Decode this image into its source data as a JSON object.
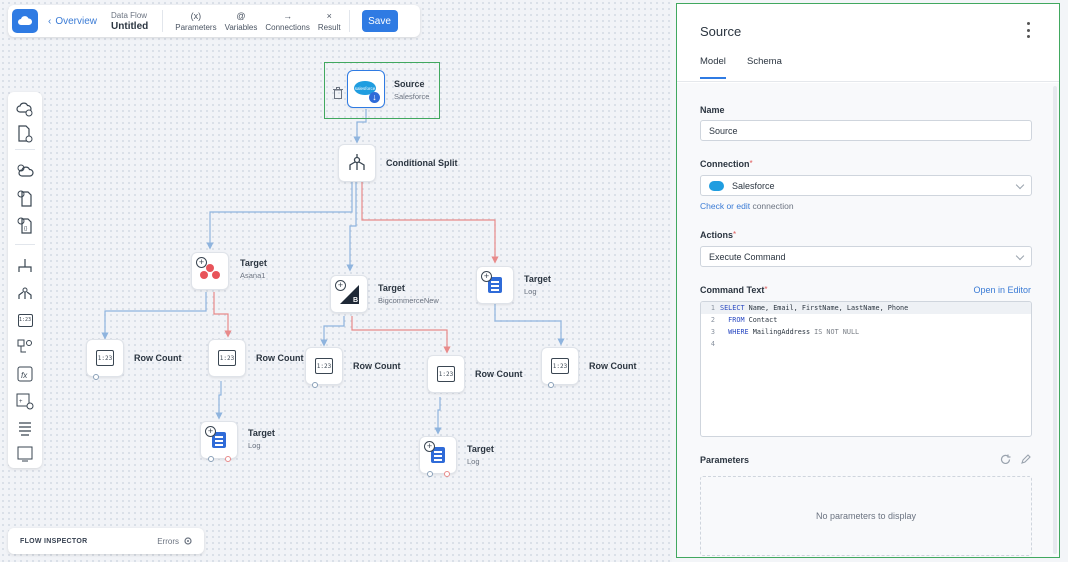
{
  "topbar": {
    "back_label": "Overview",
    "flow_kind": "Data Flow",
    "flow_name": "Untitled",
    "tools": [
      {
        "icon": "(x)",
        "label": "Parameters"
      },
      {
        "icon": "@",
        "label": "Variables"
      },
      {
        "icon": "→",
        "label": "Connections"
      },
      {
        "icon": "×",
        "label": "Result"
      }
    ],
    "save_label": "Save"
  },
  "colors": {
    "accent": "#2f7be3",
    "selection": "#41a85f",
    "link_blue": "#8fb4de",
    "link_red": "#e88a8a"
  },
  "palette": [
    "cloud-source-icon",
    "file-source-icon",
    "cloud-target-icon",
    "file-target-icon",
    "json-icon",
    "split-icon",
    "merge-icon",
    "row-count-icon",
    "lookup-icon",
    "function-icon",
    "add-column-icon",
    "sort-icon",
    "aggregate-icon"
  ],
  "nodes": {
    "source": {
      "title": "Source",
      "subtitle": "Salesforce"
    },
    "split": {
      "title": "Conditional Split"
    },
    "asana": {
      "title": "Target",
      "subtitle": "Asana1"
    },
    "bigcommerce": {
      "title": "Target",
      "subtitle": "BigcommerceNew"
    },
    "log1": {
      "title": "Target",
      "subtitle": "Log"
    },
    "rc1": {
      "title": "Row Count"
    },
    "rc2": {
      "title": "Row Count"
    },
    "rc3": {
      "title": "Row Count"
    },
    "rc4": {
      "title": "Row Count"
    },
    "rc5": {
      "title": "Row Count"
    },
    "log2": {
      "title": "Target",
      "subtitle": "Log"
    },
    "log3": {
      "title": "Target",
      "subtitle": "Log"
    }
  },
  "inspector": {
    "title": "FLOW INSPECTOR",
    "errors_label": "Errors"
  },
  "panel": {
    "title": "Source",
    "tabs": [
      "Model",
      "Schema"
    ],
    "name_label": "Name",
    "name_value": "Source",
    "connection_label": "Connection",
    "connection_value": "Salesforce",
    "check_link": "Check or edit",
    "check_suffix": " connection",
    "actions_label": "Actions",
    "actions_value": "Execute Command",
    "command_label": "Command Text",
    "open_editor": "Open in Editor",
    "code": [
      {
        "n": "1",
        "kw": "SELECT",
        "rest": " Name, Email, FirstName, LastName, Phone"
      },
      {
        "n": "2",
        "kw": "  FROM",
        "rest": " Contact"
      },
      {
        "n": "3",
        "kw": "  WHERE",
        "rest": " MailingAddress ",
        "kw2": "IS NOT NULL"
      },
      {
        "n": "4",
        "kw": "",
        "rest": ""
      }
    ],
    "params_label": "Parameters",
    "params_empty": "No parameters to display"
  }
}
